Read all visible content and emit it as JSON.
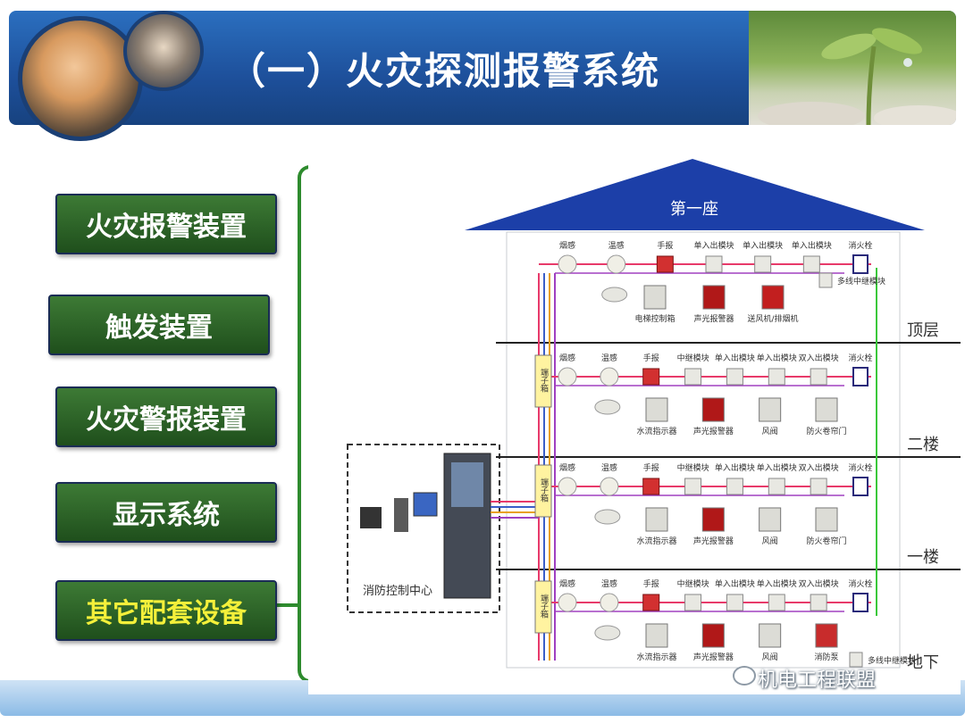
{
  "header": {
    "title": "（一）火灾探测报警系统"
  },
  "menu": {
    "items": [
      {
        "label": "火灾报警装置"
      },
      {
        "label": "触发装置"
      },
      {
        "label": "火灾警报装置"
      },
      {
        "label": "显示系统"
      },
      {
        "label": "其它配套设备"
      }
    ]
  },
  "diagram": {
    "roof_label": "第一座",
    "control_center_label": "消防控制中心",
    "junction_label": "端子箱",
    "floors": [
      {
        "name": "顶层",
        "devices_top": [
          "烟感",
          "温感",
          "手报",
          "单入出模块",
          "单入出模块",
          "单入出模块",
          "消火栓"
        ],
        "devices_bottom": [
          "电梯控制箱",
          "声光报警器",
          "送风机/排烟机"
        ],
        "extra": "多线中继模块"
      },
      {
        "name": "二楼",
        "devices_top": [
          "烟感",
          "温感",
          "手报",
          "中继模块",
          "单入出模块",
          "单入出模块",
          "双入出模块",
          "消火栓"
        ],
        "devices_bottom": [
          "水流指示器",
          "声光报警器",
          "风阀",
          "防火卷帘门"
        ]
      },
      {
        "name": "一楼",
        "devices_top": [
          "烟感",
          "温感",
          "手报",
          "中继模块",
          "单入出模块",
          "单入出模块",
          "双入出模块",
          "消火栓"
        ],
        "devices_bottom": [
          "水流指示器",
          "声光报警器",
          "风阀",
          "防火卷帘门"
        ]
      },
      {
        "name": "地下",
        "devices_top": [
          "烟感",
          "温感",
          "手报",
          "中继模块",
          "单入出模块",
          "单入出模块",
          "双入出模块",
          "消火栓"
        ],
        "devices_bottom": [
          "水流指示器",
          "声光报警器",
          "风阀",
          "消防泵"
        ],
        "extra": "多线中继模块"
      }
    ]
  },
  "watermark": "机电工程联盟",
  "colors": {
    "header": "#1d4f9a",
    "menu": "#2f6a2a",
    "active_text": "#f4f03a",
    "roof": "#1c3fa8"
  }
}
